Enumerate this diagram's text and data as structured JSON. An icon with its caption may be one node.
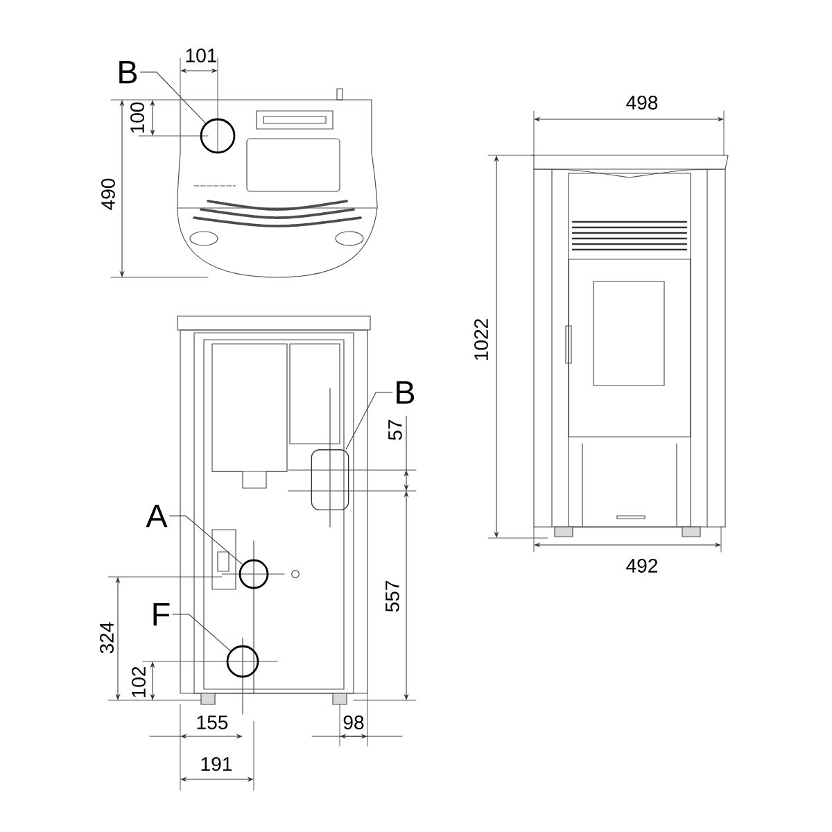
{
  "diagram": {
    "nodes": [
      {
        "text": [
          "B"
        ]
      },
      {
        "text": [],
        "shape": "circle"
      },
      {
        "text": [
          "B"
        ]
      },
      {
        "text": [],
        "shape": "box"
      },
      {
        "text": [
          "A"
        ]
      },
      {
        "text": [],
        "shape": "circle"
      },
      {
        "text": [
          "F"
        ]
      },
      {
        "text": [],
        "shape": "circle"
      }
    ],
    "edges": [
      {
        "from": 0,
        "to": 1,
        "arrow": "none"
      },
      {
        "from": 2,
        "to": 3,
        "arrow": "none"
      },
      {
        "from": 4,
        "to": 5,
        "arrow": "none"
      },
      {
        "from": 6,
        "to": 7,
        "arrow": "none"
      }
    ],
    "labels": [
      "101",
      "100",
      "490",
      "498",
      "1022",
      "492",
      "57",
      "557",
      "324",
      "102",
      "155",
      "98",
      "191"
    ]
  }
}
